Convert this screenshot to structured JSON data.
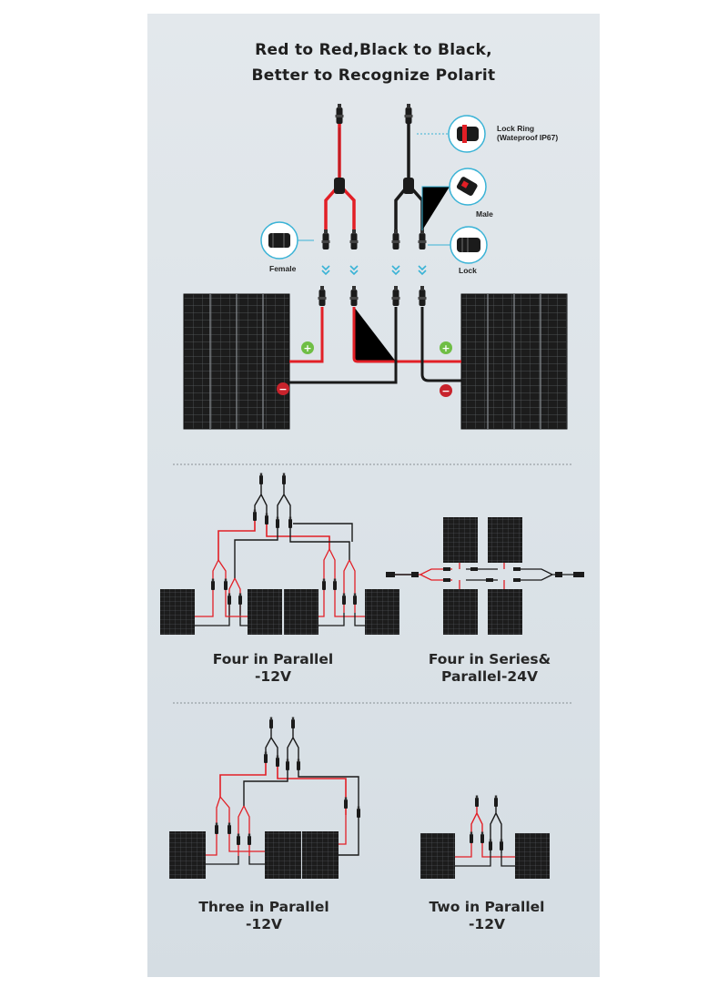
{
  "title": {
    "line1": "Red to Red,Black to Black,",
    "line2": "Better to Recognize Polarit"
  },
  "callouts": {
    "lock_ring_line1": "Lock Ring",
    "lock_ring_line2": "(Wateproof IP67)",
    "male": "Male",
    "female": "Female",
    "lock": "Lock"
  },
  "polarity": {
    "plus": "+",
    "minus": "−"
  },
  "diagrams": [
    {
      "line1": "Four in Parallel",
      "line2": "-12V"
    },
    {
      "line1": "Four in Series&",
      "line2": "Parallel-24V"
    },
    {
      "line1": "Three in Parallel",
      "line2": "-12V"
    },
    {
      "line1": "Two in Parallel",
      "line2": "-12V"
    }
  ],
  "colors": {
    "positive_wire": "#e21f26",
    "negative_wire": "#1a1a1a",
    "plus_badge": "#6fbe45",
    "minus_badge": "#c8232c",
    "callout_ring": "#3ab3d6",
    "panel": "#1c1c1c",
    "background": "#dde3e8"
  },
  "icons": [
    "lock-ring-connector-icon",
    "male-connector-icon",
    "female-connector-icon",
    "lock-connector-icon",
    "solar-panel-icon",
    "chevron-down-icon"
  ]
}
